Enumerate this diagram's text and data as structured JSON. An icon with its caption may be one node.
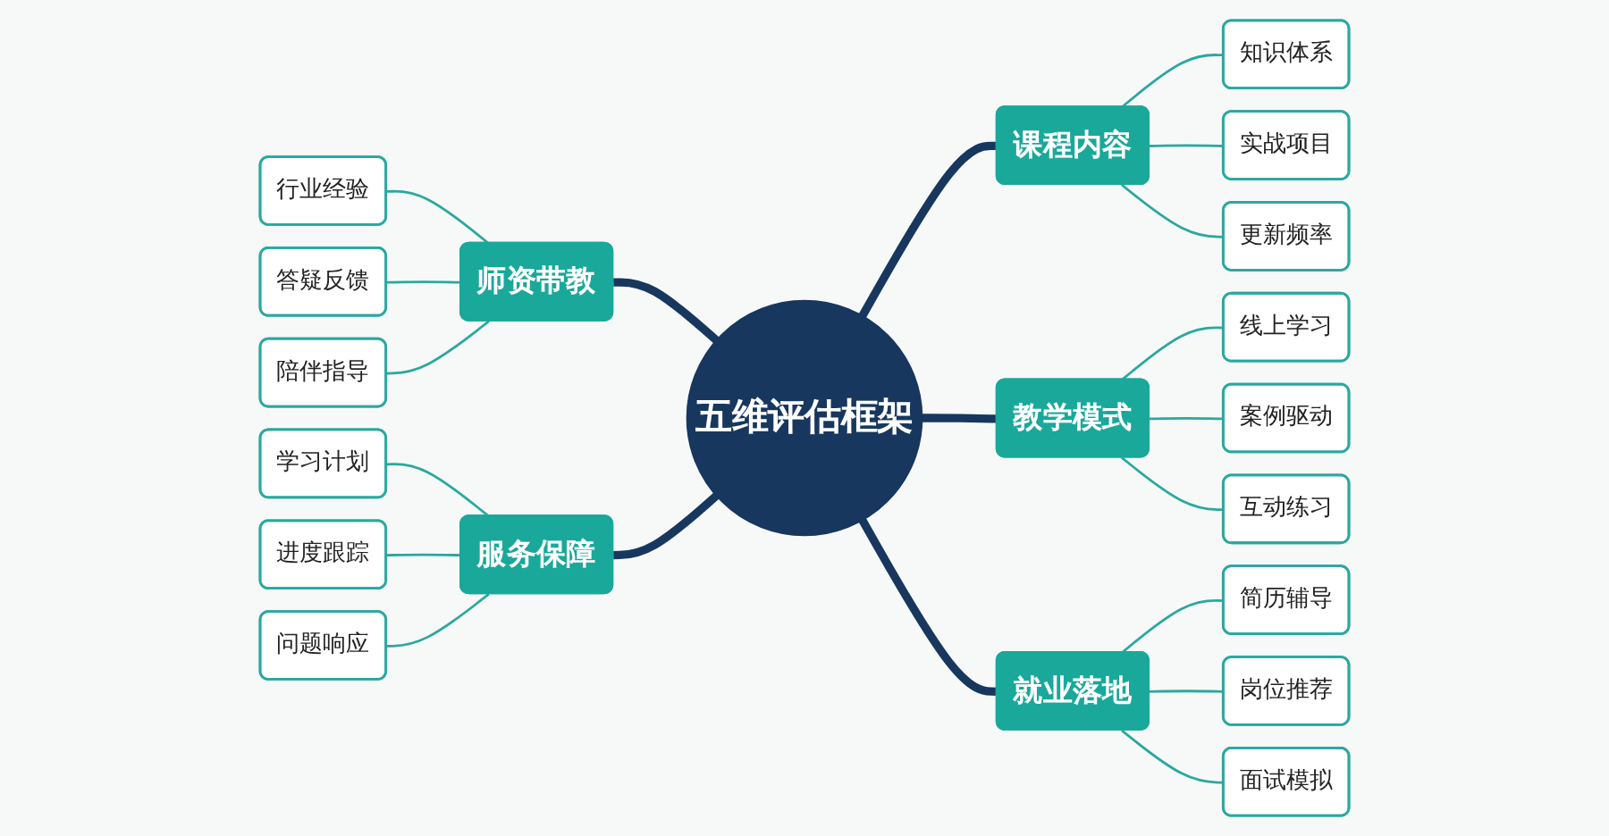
{
  "diagram": {
    "nodes": [
      {
        "text": [
          "五维评估框架"
        ]
      },
      {
        "text": [
          "课程内容"
        ]
      },
      {
        "text": [
          "知识体系"
        ]
      },
      {
        "text": [
          "实战项目"
        ]
      },
      {
        "text": [
          "更新频率"
        ]
      },
      {
        "text": [
          "师资带教"
        ]
      },
      {
        "text": [
          "行业经验"
        ]
      },
      {
        "text": [
          "答疑反馈"
        ]
      },
      {
        "text": [
          "陪伴指导"
        ]
      },
      {
        "text": [
          "教学模式"
        ]
      },
      {
        "text": [
          "线上学习"
        ]
      },
      {
        "text": [
          "案例驱动"
        ]
      },
      {
        "text": [
          "互动练习"
        ]
      },
      {
        "text": [
          "服务保障"
        ]
      },
      {
        "text": [
          "学习计划"
        ]
      },
      {
        "text": [
          "进度跟踪"
        ]
      },
      {
        "text": [
          "问题响应"
        ]
      },
      {
        "text": [
          "就业落地"
        ]
      },
      {
        "text": [
          "简历辅导"
        ]
      },
      {
        "text": [
          "岗位推荐"
        ]
      },
      {
        "text": [
          "面试模拟"
        ]
      }
    ],
    "edges": [
      {
        "from": 0,
        "to": 1,
        "arrow": "none",
        "style": "thick",
        "color": "#17375e"
      },
      {
        "from": 1,
        "to": 2,
        "arrow": "none"
      },
      {
        "from": 1,
        "to": 3,
        "arrow": "none"
      },
      {
        "from": 1,
        "to": 4,
        "arrow": "none"
      },
      {
        "from": 5,
        "to": 0,
        "arrow": "none",
        "style": "thick",
        "color": "#17375e"
      },
      {
        "from": 6,
        "to": 5,
        "arrow": "none"
      },
      {
        "from": 7,
        "to": 5,
        "arrow": "none"
      },
      {
        "from": 8,
        "to": 5,
        "arrow": "none"
      },
      {
        "from": 0,
        "to": 9,
        "arrow": "none",
        "style": "thick",
        "color": "#17375e"
      },
      {
        "from": 9,
        "to": 10,
        "arrow": "none"
      },
      {
        "from": 9,
        "to": 11,
        "arrow": "none"
      },
      {
        "from": 9,
        "to": 12,
        "arrow": "none"
      },
      {
        "from": 13,
        "to": 0,
        "arrow": "none",
        "style": "thick",
        "color": "#17375e"
      },
      {
        "from": 14,
        "to": 13,
        "arrow": "none"
      },
      {
        "from": 15,
        "to": 13,
        "arrow": "none"
      },
      {
        "from": 16,
        "to": 13,
        "arrow": "none"
      },
      {
        "from": 0,
        "to": 17,
        "arrow": "none",
        "style": "thick",
        "color": "#17375e"
      },
      {
        "from": 17,
        "to": 18,
        "arrow": "none"
      },
      {
        "from": 17,
        "to": 19,
        "arrow": "none"
      },
      {
        "from": 17,
        "to": 20,
        "arrow": "none"
      }
    ]
  }
}
